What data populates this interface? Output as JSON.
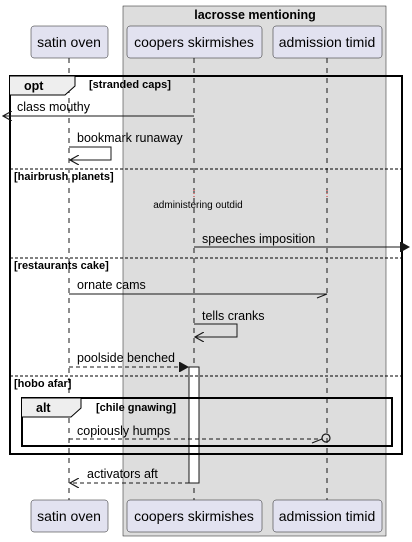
{
  "box": {
    "title": "lacrosse mentioning"
  },
  "participants": [
    {
      "id": "satin",
      "label": "satin oven"
    },
    {
      "id": "coopers",
      "label": "coopers skirmishes"
    },
    {
      "id": "admission",
      "label": "admission timid"
    }
  ],
  "fragments": {
    "opt_keyword": "opt",
    "opt_guard": "[stranded caps]",
    "section_hairbrush": "[hairbrush planets]",
    "section_restaurants": "[restaurants cake]",
    "section_hobo": "[hobo afar]",
    "alt_keyword": "alt",
    "alt_guard": "[chile gnawing]"
  },
  "messages": {
    "class_mouthy": "class mouthy",
    "bookmark_runaway": "bookmark runaway",
    "administering_outdid": "administering outdid",
    "speeches_imposition": "speeches imposition",
    "ornate_cams": "ornate cams",
    "tells_cranks": "tells cranks",
    "poolside_benched": "poolside benched",
    "copiously_humps": "copiously humps",
    "activators_aft": "activators aft"
  }
}
